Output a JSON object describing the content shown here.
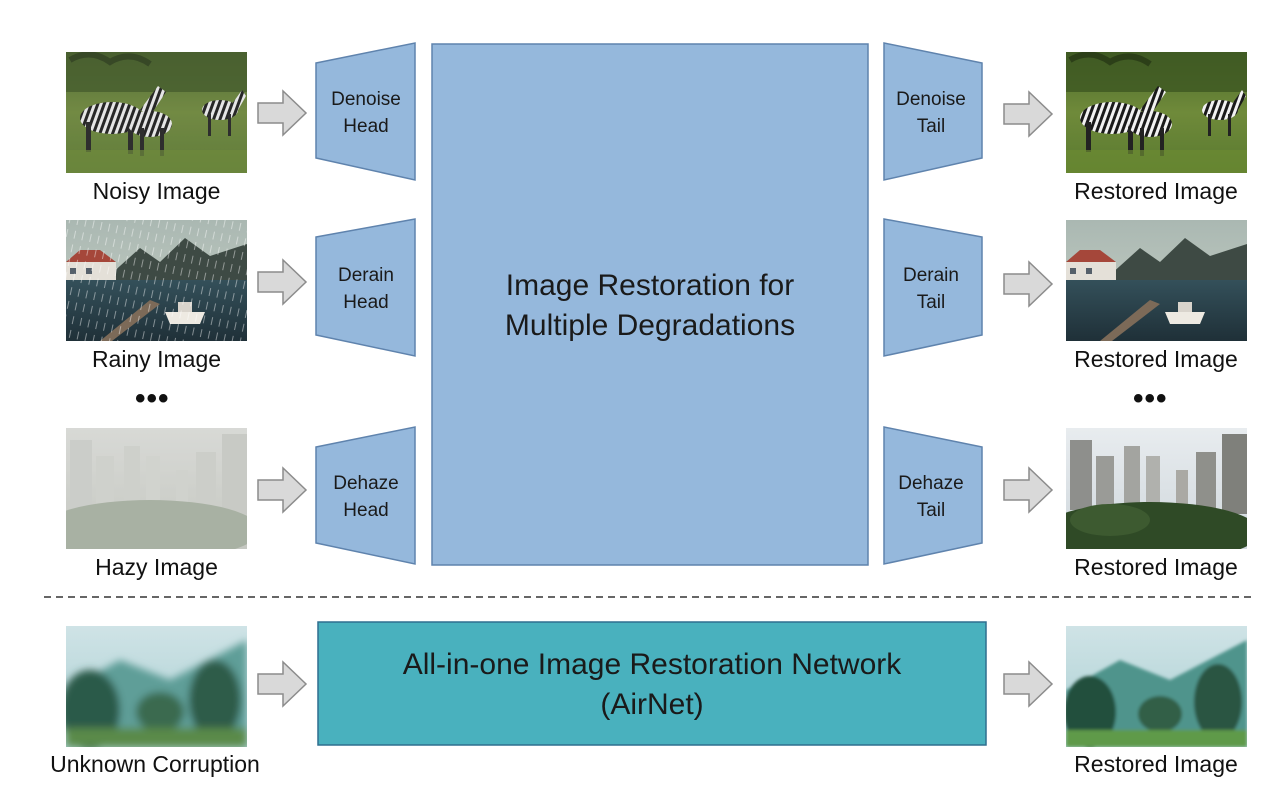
{
  "inputs": {
    "noisy": "Noisy Image",
    "rainy": "Rainy Image",
    "hazy": "Hazy Image",
    "unknown": "Unknown Corruption"
  },
  "outputs": {
    "restored": "Restored Image"
  },
  "ellipsis": "•••",
  "heads": {
    "denoise": [
      "Denoise",
      "Head"
    ],
    "derain": [
      "Derain",
      "Head"
    ],
    "dehaze": [
      "Dehaze",
      "Head"
    ]
  },
  "tails": {
    "denoise": [
      "Denoise",
      "Tail"
    ],
    "derain": [
      "Derain",
      "Tail"
    ],
    "dehaze": [
      "Dehaze",
      "Tail"
    ]
  },
  "center": {
    "line1": "Image Restoration for",
    "line2": "Multiple Degradations"
  },
  "airnet": {
    "line1": "All-in-one Image Restoration Network",
    "line2": "(AirNet)"
  },
  "colors": {
    "block": "#95b8dc",
    "block_stroke": "#5f83ad",
    "airnet": "#49b1be",
    "airnet_stroke": "#2f6f8f",
    "arrow_fill": "#d9d9d9",
    "arrow_stroke": "#8c8c8c"
  }
}
